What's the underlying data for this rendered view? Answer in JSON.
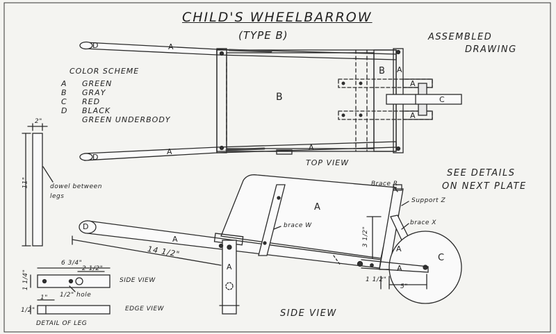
{
  "title": "CHILD'S WHEELBARROW",
  "subtitle": "(TYPE B)",
  "assembled": [
    "ASSEMBLED",
    "DRAWING"
  ],
  "color_scheme": {
    "heading": "COLOR SCHEME",
    "items": [
      {
        "key": "A",
        "value": "GREEN"
      },
      {
        "key": "B",
        "value": "GRAY"
      },
      {
        "key": "C",
        "value": "RED"
      },
      {
        "key": "D",
        "value": "BLACK"
      }
    ],
    "extra": "GREEN UNDERBODY"
  },
  "see_details": [
    "SEE DETAILS",
    "ON NEXT PLATE"
  ],
  "views": {
    "top": "TOP VIEW",
    "side": "SIDE VIEW",
    "leg_side": "SIDE VIEW",
    "leg_edge": "EDGE VIEW",
    "leg_detail": "DETAIL OF LEG"
  },
  "callouts": {
    "dowel": [
      "dowel between",
      "legs"
    ],
    "brace_r": "Brace R",
    "support_z": "Support Z",
    "brace_w": "brace W",
    "brace_x": "brace X",
    "hole": "1/2\" hole"
  },
  "part_labels": {
    "A": "A",
    "B": "B",
    "C": "C",
    "D": "D"
  },
  "dimensions": {
    "leg_height": "11\"",
    "leg_width": "2\"",
    "handle_len": "14 1/2\"",
    "wheel_radius": "5\"",
    "axle_off": "1 1/2\"",
    "brace_h": "3 1/2\"",
    "leg_len": "6 3/4\"",
    "leg_sub": "2 1/2\"",
    "leg_h1": "1 1/4\"",
    "leg_edge": "1\"",
    "leg_w": "1/2\""
  }
}
